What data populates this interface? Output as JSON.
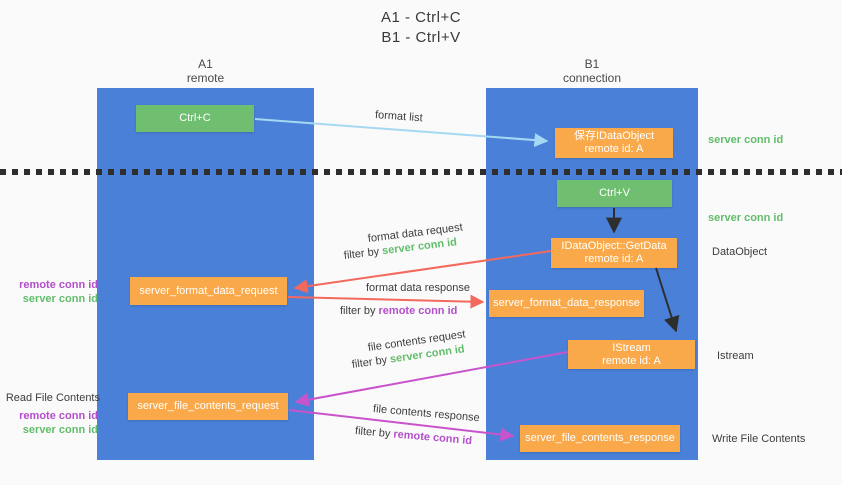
{
  "title": {
    "line1": "A1 - Ctrl+C",
    "line2": "B1 - Ctrl+V"
  },
  "columns": {
    "a1": {
      "name": "A1",
      "subtitle": "remote"
    },
    "b1": {
      "name": "B1",
      "subtitle": "connection"
    }
  },
  "nodes": {
    "ctrl_c": "Ctrl+C",
    "save_idataobject_line1": "保存IDataObject",
    "save_idataobject_line2": "remote id: A",
    "ctrl_v": "Ctrl+V",
    "getdata_line1": "IDataObject::GetData",
    "getdata_line2": "remote id: A",
    "format_request": "server_format_data_request",
    "format_response": "server_format_data_response",
    "istream_line1": "IStream",
    "istream_line2": "remote id: A",
    "file_request": "server_file_contents_request",
    "file_response": "server_file_contents_response"
  },
  "side_labels": {
    "server_conn_id": "server conn id",
    "remote_conn_id": "remote conn id",
    "dataobject": "DataObject",
    "istream": "Istream",
    "read_file_contents": "Read File Contents",
    "write_file_contents": "Write File Contents"
  },
  "arrow_labels": {
    "format_list": "format list",
    "format_data_request": "format data request",
    "format_data_response": "format data response",
    "file_contents_request": "file contents request",
    "file_contents_response": "file contents response",
    "filter_by": "filter by ",
    "server_conn_id": "server conn id",
    "remote_conn_id": "remote conn id"
  },
  "colors": {
    "column_blue": "#4a80d8",
    "node_green": "#70bf71",
    "node_orange": "#f9a94a",
    "arrow_light_blue": "#a5d8f3",
    "arrow_black": "#2e2e2e",
    "arrow_red": "#f4695d",
    "arrow_magenta": "#c953cd",
    "text_purple": "#b44ecb",
    "text_green": "#62bd6b",
    "text_dark": "#3d3d3d"
  }
}
